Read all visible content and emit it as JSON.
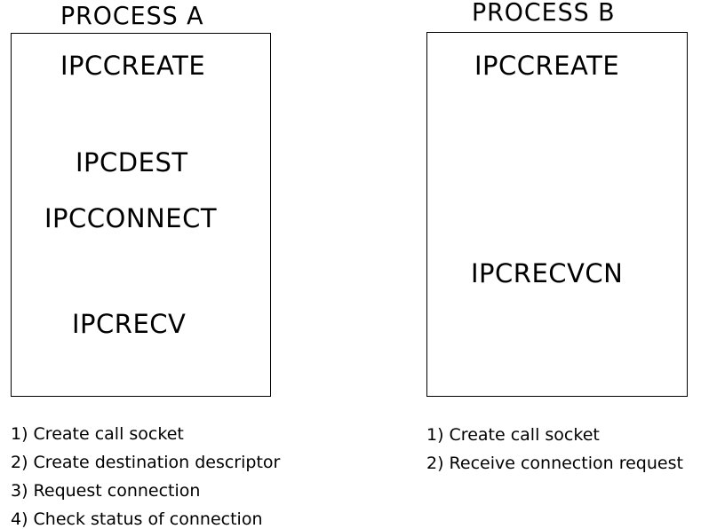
{
  "process_a": {
    "title": "PROCESS A",
    "calls": [
      "IPCCREATE",
      "IPCDEST",
      "IPCCONNECT",
      "IPCRECV"
    ],
    "notes": [
      "1) Create call socket",
      "2) Create destination descriptor",
      "3) Request connection",
      "4) Check status of connection"
    ]
  },
  "process_b": {
    "title": "PROCESS B",
    "calls": [
      "IPCCREATE",
      "IPCRECVCN"
    ],
    "notes": [
      "1) Create call socket",
      "2) Receive connection request"
    ]
  }
}
